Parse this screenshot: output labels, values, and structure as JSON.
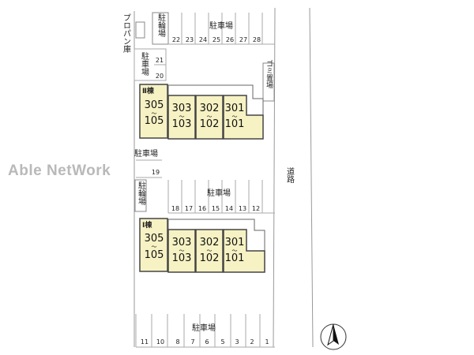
{
  "watermark": "Able NetWork",
  "labels": {
    "parking": "駐車場",
    "bicycle_parking": "駐\n輪\n場",
    "propane_storage": "プロパン庫",
    "garbage_area": "ゴミ置場",
    "road": "道\n路",
    "building_2": "Ⅱ棟",
    "building_1": "Ⅰ棟"
  },
  "parking_numbers": {
    "top_row": [
      "22",
      "23",
      "24",
      "25",
      "26",
      "27",
      "28"
    ],
    "left_column_top": [
      "21",
      "20"
    ],
    "left_middle": "19",
    "middle_row": [
      "18",
      "17",
      "16",
      "15",
      "14",
      "13",
      "12"
    ],
    "bottom_row": [
      "11",
      "10",
      "8",
      "7",
      "6",
      "5",
      "3",
      "2",
      "1"
    ]
  },
  "building_2": {
    "units": [
      {
        "upper": "305",
        "lower": "105"
      },
      {
        "upper": "303",
        "lower": "103"
      },
      {
        "upper": "302",
        "lower": "102"
      },
      {
        "upper": "301",
        "lower": "101"
      }
    ]
  },
  "building_1": {
    "units": [
      {
        "upper": "305",
        "lower": "105"
      },
      {
        "upper": "303",
        "lower": "103"
      },
      {
        "upper": "302",
        "lower": "102"
      },
      {
        "upper": "301",
        "lower": "101"
      }
    ]
  },
  "tilde": "〜",
  "colors": {
    "building_fill": "#f7f2c4",
    "line": "#555555",
    "faint_line": "#aaaaaa",
    "watermark": "#b9b9b9"
  }
}
